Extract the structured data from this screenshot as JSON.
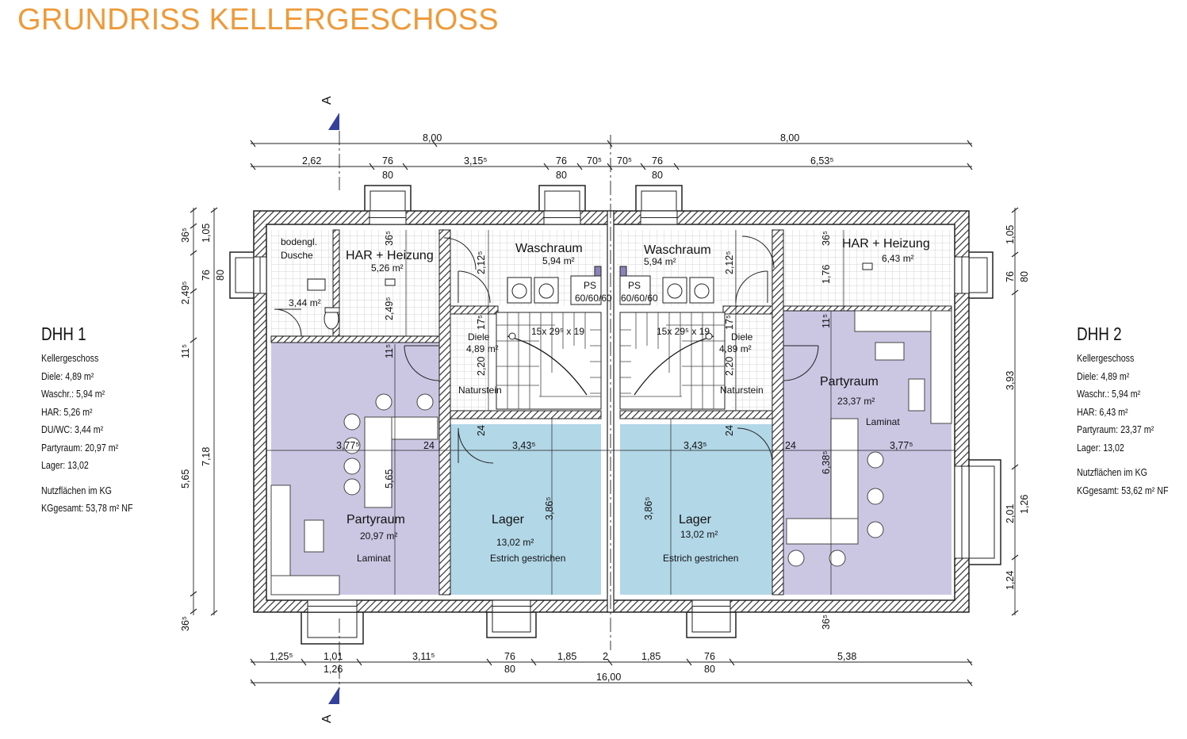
{
  "title": "GRUNDRISS KELLERGESCHOSS",
  "colors": {
    "title": "#ee9a3a",
    "party": "#cbc7e3",
    "lager": "#b2d7e7",
    "section": "#34419a"
  },
  "section_label": "A",
  "dims_top": {
    "total_left": "8,00",
    "total_right": "8,00",
    "seg": [
      "2,62",
      "76",
      "80",
      "3,15⁵",
      "76",
      "80",
      "70⁵",
      "70⁵",
      "76",
      "80",
      "6,53⁵"
    ]
  },
  "dims_bottom": {
    "seg": [
      "1,25⁵",
      "1,01",
      "1,26",
      "3,11⁵",
      "76",
      "80",
      "1,85",
      "2",
      "1,85",
      "76",
      "80",
      "5,38"
    ],
    "total": "16,00"
  },
  "dims_left": [
    "36⁵",
    "1,05",
    "76",
    "80",
    "2,49⁵",
    "11⁵",
    "5,65",
    "7,18",
    "36⁵"
  ],
  "dims_right": [
    "1,05",
    "76",
    "80",
    "3,93",
    "2,01",
    "1,26",
    "1,24"
  ],
  "dims_inner": [
    "36⁵",
    "2,12⁵",
    "2,49⁵",
    "11⁵",
    "17⁵",
    "2,20",
    "24",
    "3,77⁵",
    "24",
    "3,43⁵",
    "5,65",
    "3,86⁵",
    "3,43⁵",
    "3,86⁵",
    "24",
    "24",
    "3,77⁵",
    "6,38⁵",
    "17⁵",
    "2,20",
    "2,12⁵",
    "36⁵",
    "1,76",
    "11⁵",
    "36⁵"
  ],
  "rooms": {
    "dusche_label": [
      "bodengl.",
      "Dusche"
    ],
    "dusche_area": "3,44 m²",
    "har1_name": "HAR + Heizung",
    "har1_area": "5,26 m²",
    "wasch1_name": "Waschraum",
    "wasch1_area": "5,94 m²",
    "wasch2_name": "Waschraum",
    "wasch2_area": "5,94 m²",
    "har2_name": "HAR + Heizung",
    "har2_area": "6,43 m²",
    "diele1_name": "Diele",
    "diele1_area": "4,89 m²",
    "diele2_name": "Diele",
    "diele2_area": "4,89 m²",
    "naturstein": "Naturstein",
    "stair_label": "15x 29⁵ x 19",
    "ps_label": [
      "PS",
      "60/60/60"
    ],
    "party1_name": "Partyraum",
    "party1_area": "20,97 m²",
    "party2_name": "Partyraum",
    "party2_area": "23,37 m²",
    "laminat": "Laminat",
    "lager1_name": "Lager",
    "lager1_area": "13,02 m²",
    "lager2_name": "Lager",
    "lager2_area": "13,02 m²",
    "estrich": "Estrich gestrichen"
  },
  "dhh1": {
    "heading": "DHH 1",
    "lines": [
      "Kellergeschoss",
      "Diele: 4,89 m²",
      "Waschr.: 5,94 m²",
      "HAR: 5,26 m²",
      "DU/WC: 3,44 m²",
      "Partyraum: 20,97 m²",
      "Lager: 13,02"
    ],
    "nf_label": "Nutzflächen im KG",
    "nf_total": "KGgesamt: 53,78 m² NF"
  },
  "dhh2": {
    "heading": "DHH 2",
    "lines": [
      "Kellergeschoss",
      "Diele: 4,89 m²",
      "Waschr.: 5,94 m²",
      "HAR: 6,43 m²",
      "Partyraum: 23,37 m²",
      "Lager: 13,02"
    ],
    "nf_label": "Nutzflächen im KG",
    "nf_total": "KGgesamt: 53,62 m² NF"
  }
}
